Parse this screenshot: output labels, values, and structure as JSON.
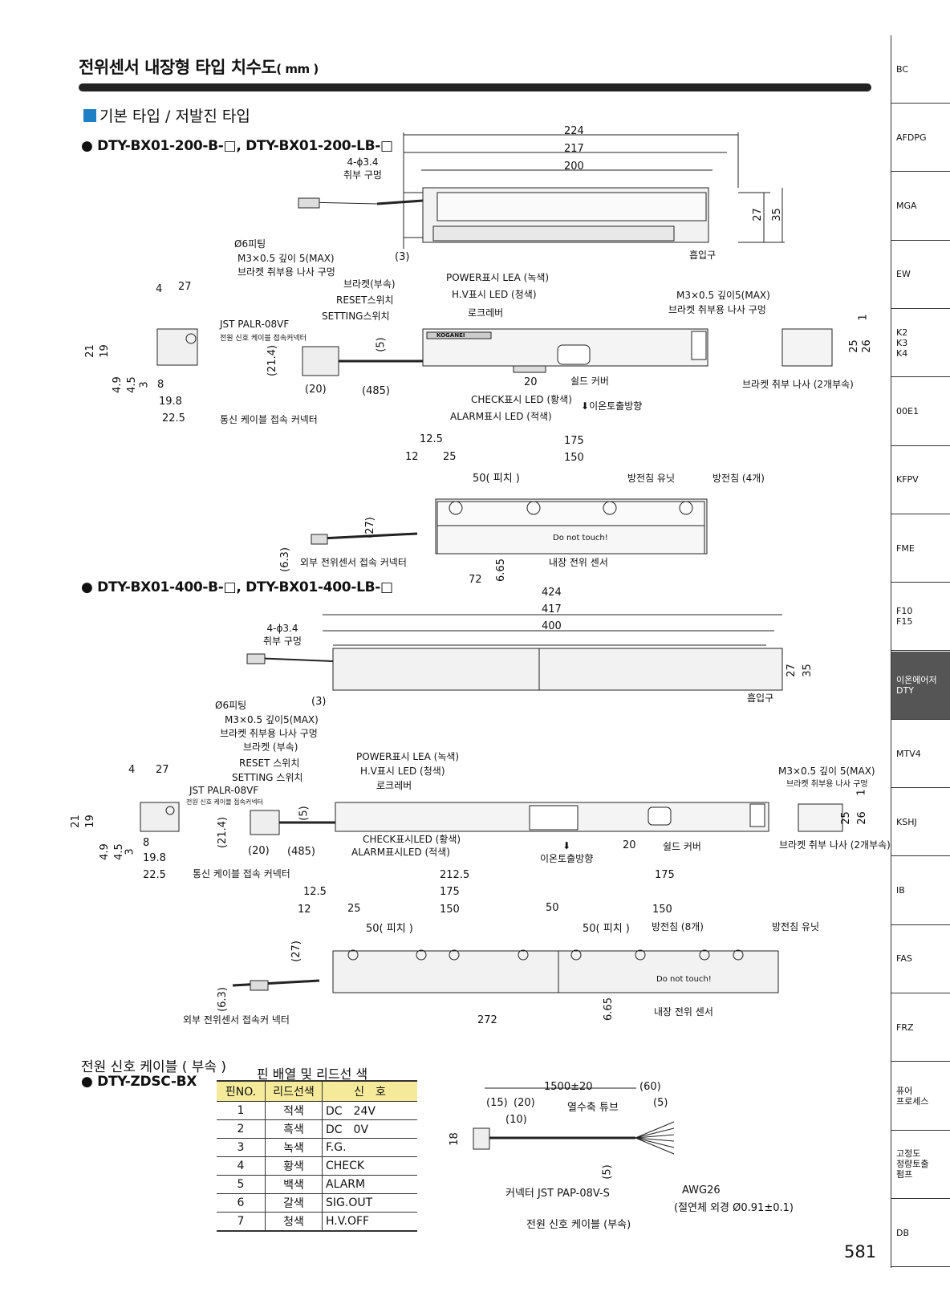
{
  "page": {
    "title": "전위센서 내장형 타입 치수도",
    "title_unit": "( mm )",
    "subtitle": "기본 타입 / 저발진 타입",
    "page_number": "581"
  },
  "sidebar": [
    {
      "label": "BC"
    },
    {
      "label": "AFDPG"
    },
    {
      "label": "MGA"
    },
    {
      "label": "EW"
    },
    {
      "label": "K2\nK3\nK4"
    },
    {
      "label": "00E1"
    },
    {
      "label": "KFPV"
    },
    {
      "label": "FME"
    },
    {
      "label": "F10\nF15"
    },
    {
      "label": "이온에어저\nDTY",
      "active": true
    },
    {
      "label": "MTV4"
    },
    {
      "label": "KSHJ"
    },
    {
      "label": "IB"
    },
    {
      "label": "FAS"
    },
    {
      "label": "FRZ"
    },
    {
      "label": "퓨어\n프로세스"
    },
    {
      "label": "고정도\n정량토출\n펌프"
    },
    {
      "label": "DB"
    }
  ],
  "model_200": {
    "name": "● DTY-BX01-200-B-□, DTY-BX01-200-LB-□",
    "dims": {
      "d224": "224",
      "d217": "217",
      "d200": "200",
      "d27": "27",
      "d35": "35",
      "d3": "(3)",
      "d4": "4",
      "d27b": "27",
      "d21": "21",
      "d19": "19",
      "d49": "4.9",
      "d45": "4.5",
      "d3b": "3",
      "d8": "8",
      "d198": "19.8",
      "d225": "22.5",
      "d5": "(5)",
      "d214": "(21.4)",
      "d20": "(20)",
      "d485": "(485)",
      "d20b": "20",
      "d25": "25",
      "d26": "26",
      "d1": "1"
    },
    "labels": {
      "mount_hole": "4-ϕ3.4\n취부 구멍",
      "intake": "흡입구",
      "fitting": "Ø6피팅",
      "m3": "M3×0.5 깊이 5(MAX)",
      "bracket_hole": "브라켓 취부용 나사 구멍",
      "bracket": "브라켓(부속)",
      "reset": "RESET스위치",
      "setting": "SETTING스위치",
      "jst": "JST PALR-08VF",
      "power_cable": "전원 신호 케이블 접속커넥터",
      "power_led": "POWER표시 LEA (녹색)",
      "hv_led": "H.V표시 LED (청색)",
      "lock": "로크레버",
      "m3r": "M3×0.5 깊이5(MAX)",
      "bracket_hole_r": "브라켓 취부용 나사 구멍",
      "shield": "쉴드 커버",
      "check_led": "CHECK표시 LED (황색)",
      "alarm_led": "ALARM표시 LED (적색)",
      "ion_dir": "이온토출방향",
      "bracket_screw": "브라켓 취부 나사 (2개부속)",
      "comm": "통신 케이블 접속 커넥터"
    },
    "bottom": {
      "d125": "12.5",
      "d175": "175",
      "d12": "12",
      "d25": "25",
      "d150": "150",
      "pitch": "50( 피치 )",
      "unit": "방전침 유닛",
      "needle": "방전침 (4개)",
      "d27": "(27)",
      "d63": "(6.3)",
      "ext": "외부 전위센서 접속 커넥터",
      "d72": "72",
      "d665": "6.65",
      "sensor": "내장 전위 센서",
      "donot": "Do not touch!",
      "brand": "KOGANEI"
    }
  },
  "model_400": {
    "name": "● DTY-BX01-400-B-□, DTY-BX01-400-LB-□",
    "dims": {
      "d424": "424",
      "d417": "417",
      "d400": "400",
      "d27": "27",
      "d35": "35",
      "d3": "(3)",
      "d4": "4",
      "d27b": "27",
      "d21": "21",
      "d19": "19",
      "d49": "4.9",
      "d45": "4.5",
      "d3b": "3",
      "d8": "8",
      "d198": "19.8",
      "d225": "22.5",
      "d5": "(5)",
      "d214": "(21.4)",
      "d20": "(20)",
      "d485": "(485)",
      "d20b": "20",
      "d25": "25",
      "d26": "26",
      "d1": "1"
    },
    "labels": {
      "mount_hole": "4-ϕ3.4\n취부 구멍",
      "intake": "흡입구",
      "fitting": "Ø6피팅",
      "m3": "M3×0.5 깊이5(MAX)",
      "bracket_hole": "브라켓 취부용 나사 구멍",
      "bracket": "브라켓 (부속)",
      "reset": "RESET 스위치",
      "setting": "SETTING 스위치",
      "jst": "JST PALR-08VF",
      "power_cable": "전원 신호 케이블 접속커넥터",
      "power_led": "POWER표시 LEA (녹색)",
      "hv_led": "H.V표시 LED (청색)",
      "lock": "로크레버",
      "m3r": "M3×0.5 깊이 5(MAX)",
      "bracket_hole_r": "브라켓 취부용 나사 구멍",
      "shield": "쉴드 커버",
      "check_led": "CHECK표시LED (황색)",
      "alarm_led": "ALARM표시LED (적색)",
      "ion_dir": "이온토출방향",
      "bracket_screw": "브라켓 취부 나사 (2개부속)",
      "comm": "통신 케이블 접속 커넥터"
    },
    "bottom": {
      "d2125": "212.5",
      "d175a": "175",
      "d125": "12.5",
      "d175": "175",
      "d12": "12",
      "d25": "25",
      "d150": "150",
      "d50": "50",
      "d150b": "150",
      "pitch": "50( 피치 )",
      "pitch2": "50( 피치 )",
      "needle": "방전침 (8개)",
      "unit": "방전침 유닛",
      "d27": "(27)",
      "d63": "(6.3)",
      "ext": "외부 전위센서 접속커 넥터",
      "d272": "272",
      "d665": "6.65",
      "sensor": "내장 전위 센서",
      "donot": "Do not touch!"
    }
  },
  "cable": {
    "title": "전원 신호 케이블 ( 부속 )",
    "model": "● DTY-ZDSC-BX",
    "pin_title": "핀 배열 및 리드선 색",
    "headers": [
      "핀NO.",
      "리드선색",
      "신　호"
    ],
    "rows": [
      [
        "1",
        "적색",
        "DC　24V"
      ],
      [
        "2",
        "흑색",
        "DC　0V"
      ],
      [
        "3",
        "녹색",
        "F.G."
      ],
      [
        "4",
        "황색",
        "CHECK"
      ],
      [
        "5",
        "백색",
        "ALARM"
      ],
      [
        "6",
        "갈색",
        "SIG.OUT"
      ],
      [
        "7",
        "청색",
        "H.V.OFF"
      ]
    ],
    "dims": {
      "d1500": "1500±20",
      "d60": "(60)",
      "d15": "(15)",
      "d20": "(20)",
      "tube": "열수축 튜브",
      "d5": "(5)",
      "d10": "(10)",
      "d18": "18",
      "d5b": "(5)"
    },
    "connector": "커넥터 JST PAP-08V-S",
    "awg": "AWG26",
    "insul": "(절연체 외경 Ø0.91±0.1)",
    "caption": "전원 신호 케이블 (부속)"
  }
}
